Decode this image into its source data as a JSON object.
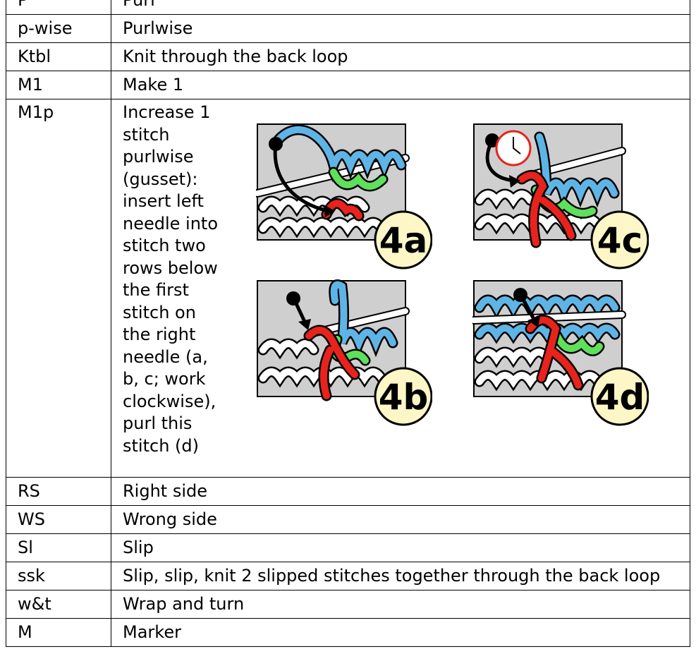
{
  "rows": [
    {
      "abbr": "P",
      "meaning": "Purl"
    },
    {
      "abbr": "p-wise",
      "meaning": "Purlwise"
    },
    {
      "abbr": "Ktbl",
      "meaning": "Knit through the back loop"
    },
    {
      "abbr": "M1",
      "meaning": "Make 1"
    },
    {
      "abbr": "M1p",
      "meaning": "Increase 1 stitch purlwise (gusset): insert left needle into stitch two rows below the first stitch on the right needle (a, b, c; work clockwise), purl this stitch (d)"
    },
    {
      "abbr": "RS",
      "meaning": "Right side"
    },
    {
      "abbr": "WS",
      "meaning": "Wrong side"
    },
    {
      "abbr": "Sl",
      "meaning": "Slip"
    },
    {
      "abbr": "ssk",
      "meaning": "Slip, slip, knit 2 slipped stitches together through the back loop"
    },
    {
      "abbr": "w&t",
      "meaning": "Wrap and turn"
    },
    {
      "abbr": "M",
      "meaning": "Marker"
    }
  ],
  "illustrations": {
    "labels": [
      "4a",
      "4c",
      "4b",
      "4d"
    ],
    "colors": {
      "background": "#cfcfcf",
      "blue_yarn": "#5fb4e6",
      "green_yarn": "#5ee05a",
      "red_yarn": "#e8231c",
      "white_yarn": "#ffffff",
      "badge": "#fdf6c6",
      "clock": "#e8231c"
    }
  }
}
